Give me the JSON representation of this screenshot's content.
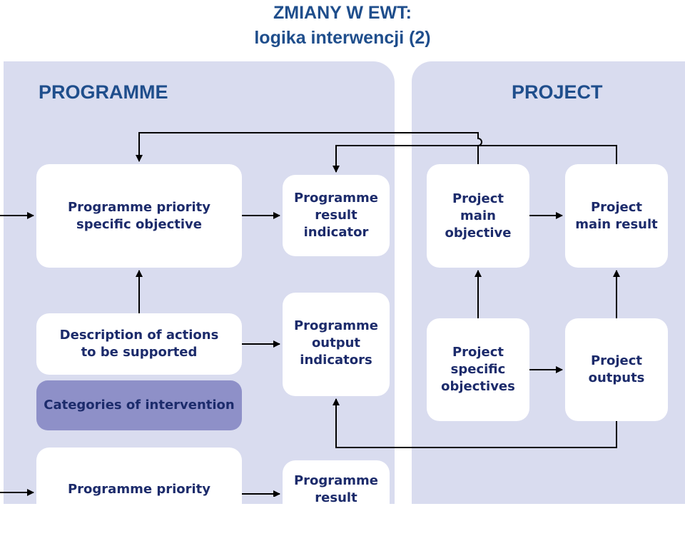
{
  "title": {
    "line1": "ZMIANY W EWT:",
    "line2": "logika interwencji (2)"
  },
  "sections": {
    "programme": "PROGRAMME",
    "project": "PROJECT"
  },
  "boxes": {
    "prog_priority_obj": "Programme priority\nspecific objective",
    "prog_result_indicator": "Programme\nresult\nindicator",
    "proj_main_objective": "Project\nmain\nobjective",
    "proj_main_result": "Project\nmain result",
    "description_actions": "Description of actions\nto be supported",
    "categories_intervention": "Categories of intervention",
    "prog_output_indicators": "Programme\noutput\nindicators",
    "proj_specific_objectives": "Project\nspecific\nobjectives",
    "proj_outputs": "Project\noutputs",
    "prog_priority_bottom": "Programme priority",
    "prog_result_bottom": "Programme\nresult"
  },
  "colors": {
    "title": "#1f4e8c",
    "panel": "#d9dcef",
    "box": "#ffffff",
    "categories_box": "#8e90c8",
    "box_text": "#1c2b6b",
    "arrow": "#000000"
  }
}
